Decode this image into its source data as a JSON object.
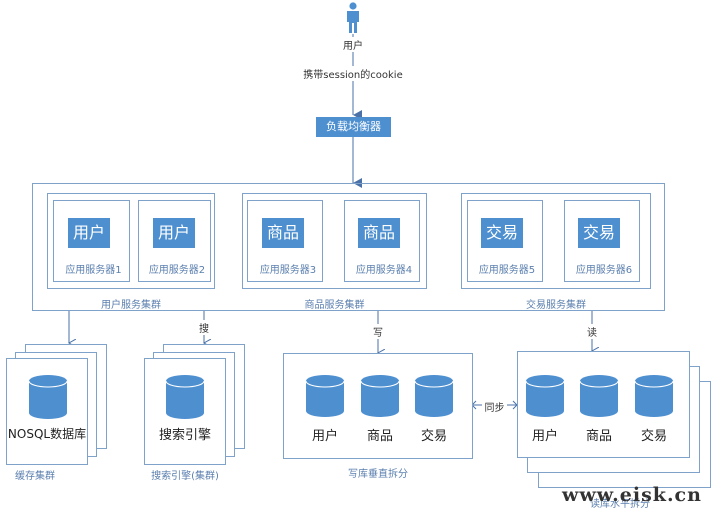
{
  "user": {
    "icon": "person-icon",
    "label": "用户"
  },
  "edge_session_cookie": "携带session的cookie",
  "load_balancer": "负载均衡器",
  "clusters": [
    {
      "name": "用户服务集群",
      "servers": [
        {
          "tile": "用户",
          "name": "应用服务器1"
        },
        {
          "tile": "用户",
          "name": "应用服务器2"
        }
      ]
    },
    {
      "name": "商品服务集群",
      "servers": [
        {
          "tile": "商品",
          "name": "应用服务器3"
        },
        {
          "tile": "商品",
          "name": "应用服务器4"
        }
      ]
    },
    {
      "name": "交易服务集群",
      "servers": [
        {
          "tile": "交易",
          "name": "应用服务器5"
        },
        {
          "tile": "交易",
          "name": "应用服务器6"
        }
      ]
    }
  ],
  "edges": {
    "search": "搜",
    "write": "写",
    "read": "读",
    "sync": "同步"
  },
  "cache": {
    "db_label": "NOSQL数据库",
    "caption": "缓存集群"
  },
  "search_engine": {
    "db_label": "搜索引擎",
    "caption": "搜索引擎(集群)"
  },
  "write_db": {
    "dbs": [
      "用户",
      "商品",
      "交易"
    ],
    "caption": "写库垂直拆分"
  },
  "read_db": {
    "dbs": [
      "用户",
      "商品",
      "交易"
    ],
    "caption": "读库水平拆分"
  },
  "colors": {
    "accent": "#4e8fd0",
    "border": "#7ea2c9",
    "line": "#4a72a8"
  },
  "watermark": "www.eisk.cn"
}
